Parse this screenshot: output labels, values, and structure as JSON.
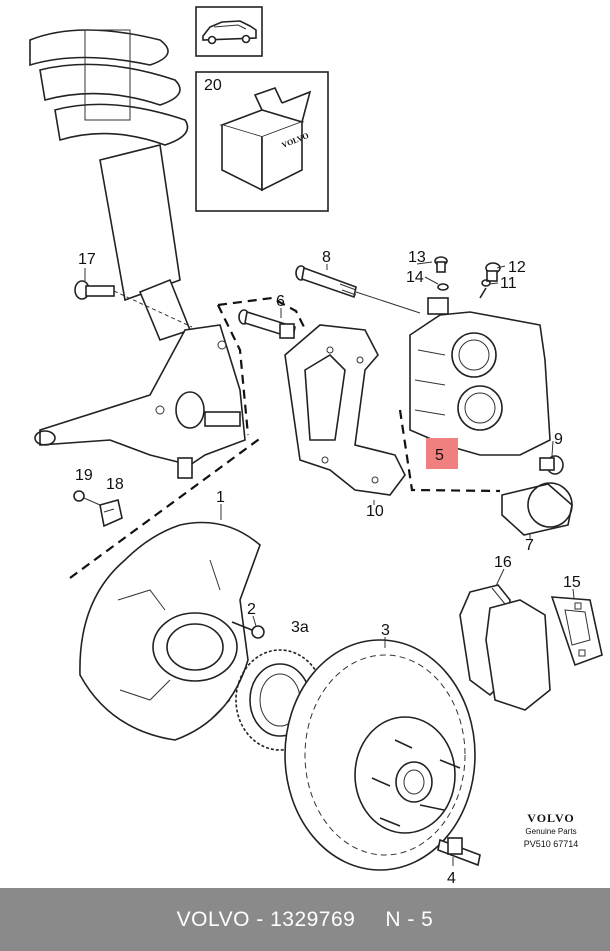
{
  "callouts": {
    "c1": "1",
    "c2": "2",
    "c3": "3",
    "c3a": "3a",
    "c4": "4",
    "c5": "5",
    "c6": "6",
    "c7": "7",
    "c8": "8",
    "c9": "9",
    "c10": "10",
    "c11": "11",
    "c12": "12",
    "c13": "13",
    "c14": "14",
    "c15": "15",
    "c16": "16",
    "c17": "17",
    "c18": "18",
    "c19": "19",
    "c20": "20"
  },
  "box_brand": "VOLVO",
  "logo": {
    "brand": "VOLVO",
    "line1": "Genuine Parts",
    "ref": "PV510 67714"
  },
  "highlight_color": "#f08080",
  "footer": {
    "brand": "VOLVO",
    "separator": " - ",
    "part_number": "1329769",
    "position": "N - 5"
  }
}
